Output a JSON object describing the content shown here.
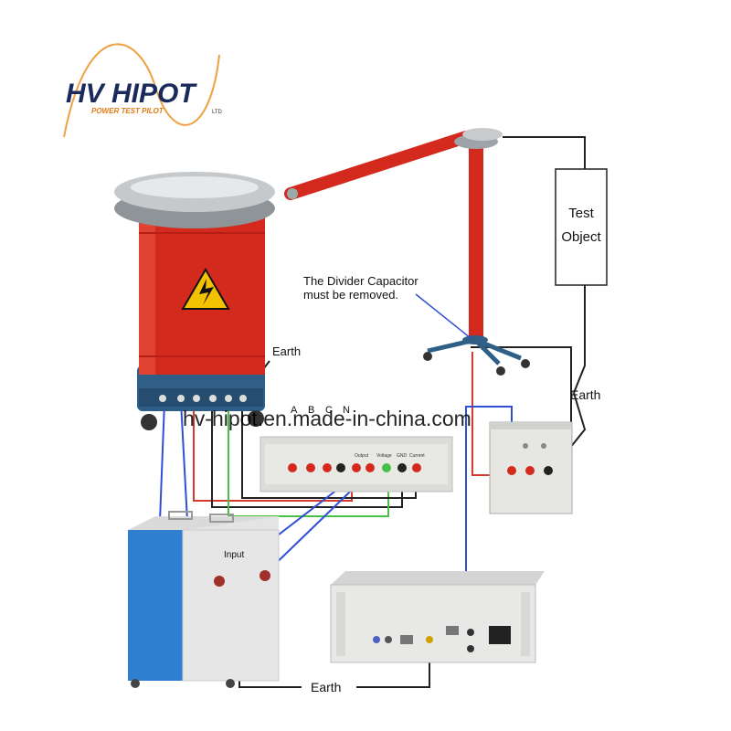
{
  "logo": {
    "brand": "HV HIPOT",
    "tagline": "POWER TEST PILOT",
    "suffix": "LTD"
  },
  "watermark": "hv-hipot.en.made-in-china.com",
  "labels": {
    "test_object_line1": "Test",
    "test_object_line2": "Object",
    "divider_note_line1": "The Divider Capacitor",
    "divider_note_line2": "must be removed.",
    "earth_reactor": "Earth",
    "earth_right": "Earth",
    "earth_bottom": "Earth",
    "input": "Input",
    "terminal_a": "A",
    "terminal_b": "B",
    "terminal_c": "C",
    "terminal_n": "N",
    "panel_output": "Output",
    "panel_voltage": "Voltage",
    "panel_gnd": "GND",
    "panel_current": "Current"
  },
  "colors": {
    "reactor_red": "#d42a1e",
    "wire_red": "#d63a2e",
    "wire_blue": "#2f4fd6",
    "wire_green": "#48c048",
    "wire_black": "#222222",
    "base_blue": "#2f5e86",
    "warning_yellow": "#f2c200"
  }
}
